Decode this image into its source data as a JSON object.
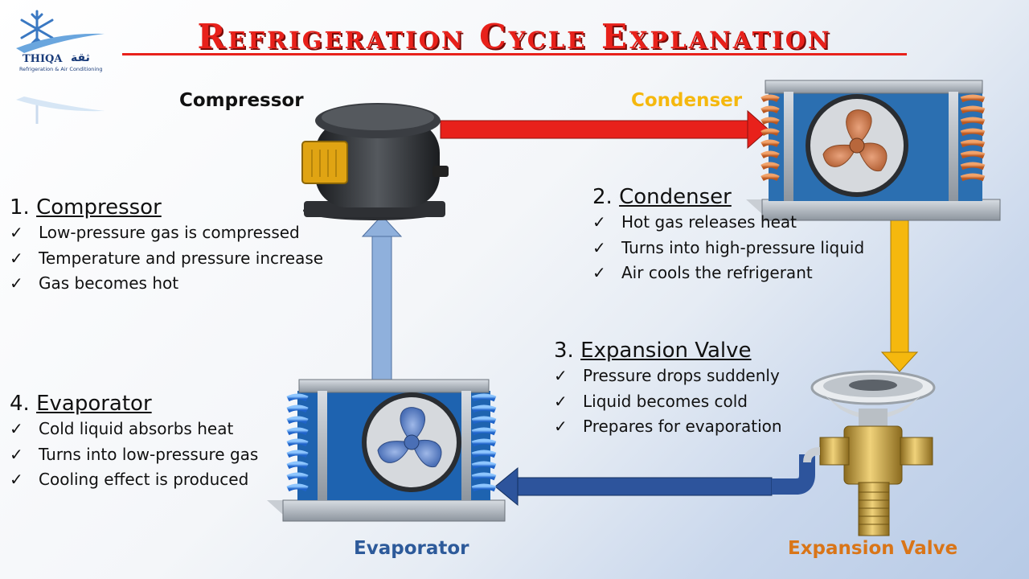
{
  "title": "Refrigeration Cycle Explanation",
  "logo": {
    "name": "THIQA",
    "arabic": "ثقة",
    "subtitle": "Refrigeration & Air Conditioning"
  },
  "component_labels": {
    "compressor": "Compressor",
    "condenser": "Condenser",
    "evaporator": "Evaporator",
    "expansion_valve": "Expansion Valve"
  },
  "check_glyph": "✓",
  "steps": [
    {
      "number": "1.",
      "title": "Compressor",
      "points": [
        "Low-pressure gas is compressed",
        "Temperature and pressure increase",
        "Gas becomes hot"
      ]
    },
    {
      "number": "2.",
      "title": "Condenser",
      "points": [
        "Hot gas releases heat",
        "Turns into high-pressure liquid",
        "Air cools the refrigerant"
      ]
    },
    {
      "number": "3.",
      "title": "Expansion Valve",
      "points": [
        "Pressure drops suddenly",
        "Liquid becomes cold",
        "Prepares for evaporation"
      ]
    },
    {
      "number": "4.",
      "title": "Evaporator",
      "points": [
        "Cold liquid absorbs heat",
        "Turns into low-pressure gas",
        "Cooling effect is produced"
      ]
    }
  ],
  "colors": {
    "title_red": "#e8211b",
    "hot_arrow": "#e8211b",
    "warm_arrow": "#f5b80e",
    "cold_arrow": "#2d549c",
    "return_arrow": "#8fb0dc",
    "condenser_label": "#f5b80e",
    "evaporator_label": "#2d5a9a",
    "expansion_label": "#d97518"
  }
}
